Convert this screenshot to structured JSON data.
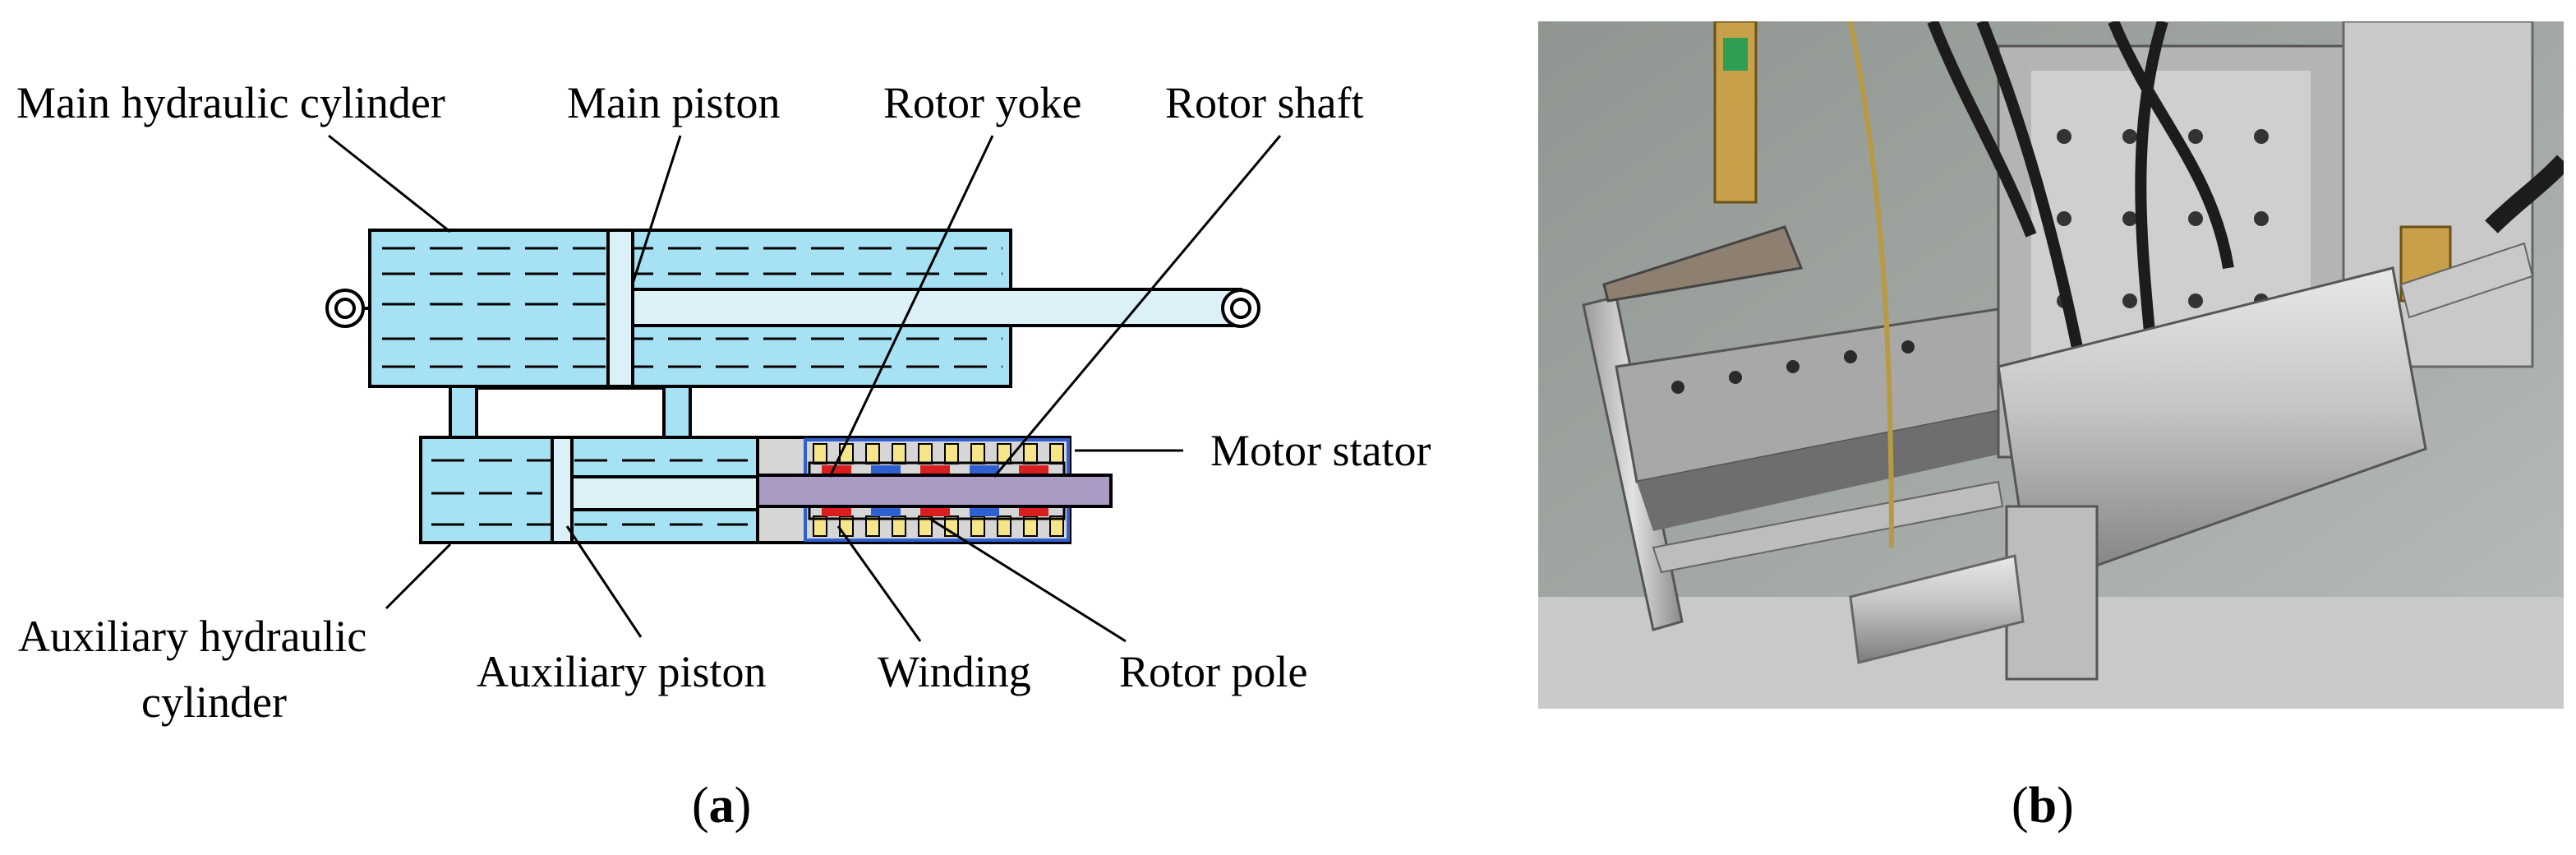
{
  "panel_a": {
    "caption_letter": "a",
    "labels": {
      "main_cylinder": "Main hydraulic cylinder",
      "main_piston": "Main  piston",
      "rotor_yoke": "Rotor yoke",
      "rotor_shaft": "Rotor shaft",
      "motor_stator": "Motor stator",
      "aux_cylinder_line1": "Auxiliary hydraulic",
      "aux_cylinder_line2": "cylinder",
      "aux_piston": "Auxiliary piston",
      "winding": "Winding",
      "rotor_pole": "Rotor pole"
    },
    "colors": {
      "fluid": "#a6e2f4",
      "rod": "#dbf0f7",
      "shaft": "#a99bc4",
      "coil": "#f7e58a",
      "pole_red": "#d81e1e",
      "pole_blue": "#2f5fd0",
      "motor_housing": "#d6d6d6"
    }
  },
  "panel_b": {
    "caption_letter": "b",
    "photo_description_icon": "hydraulic-actuator-photo"
  }
}
